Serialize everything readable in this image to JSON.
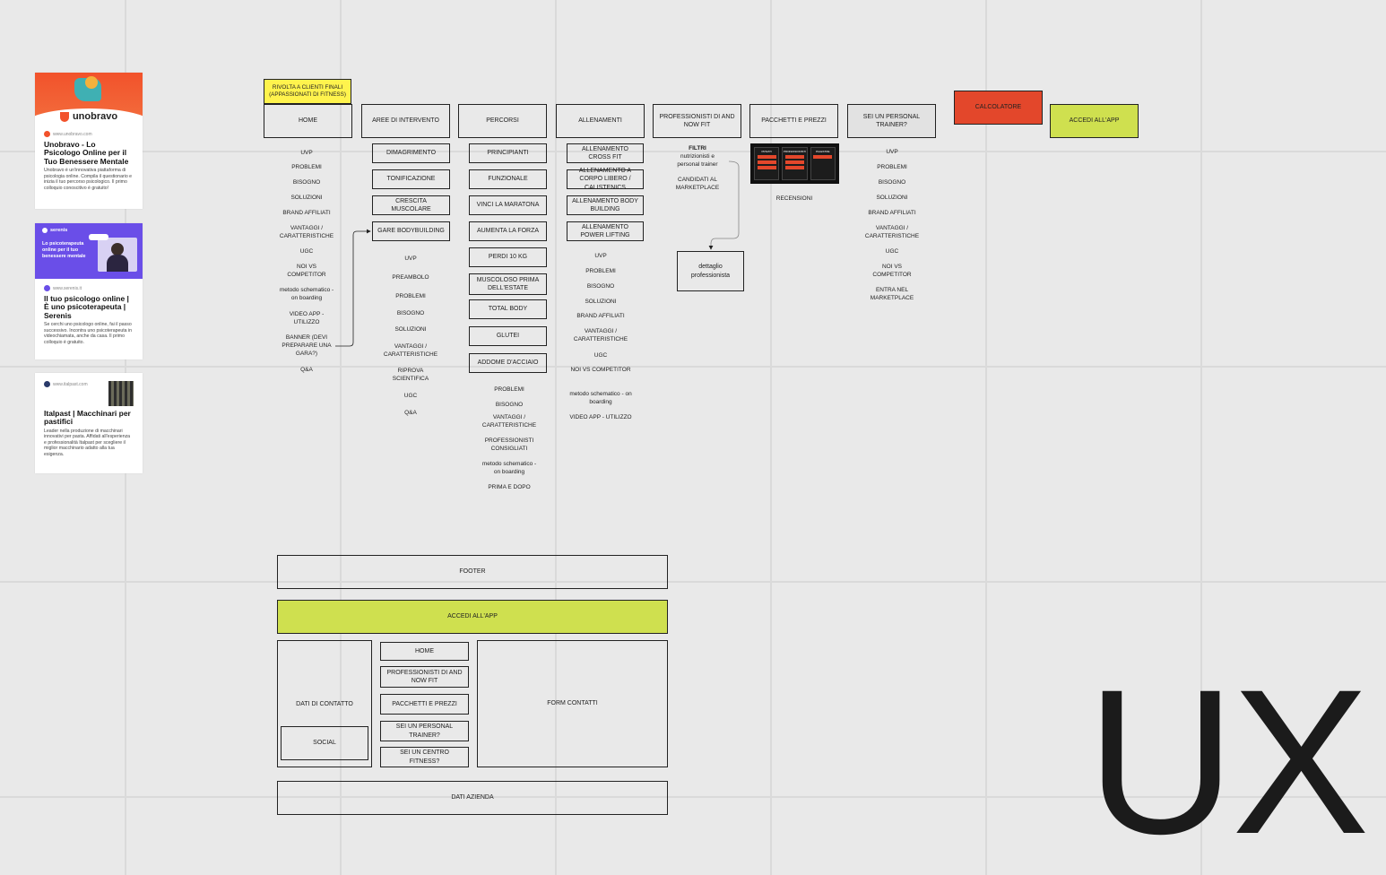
{
  "cards": [
    {
      "brand": "unobravo",
      "url": "www.unobravo.com",
      "title": "Unobravo - Lo Psicologo Online per il Tuo Benessere Mentale",
      "description": "Unobravo è un'innovativa piattaforma di psicologia online. Compila il questionario e inizia il tuo percorso psicologico. Il primo colloquio conoscitivo è gratuito!"
    },
    {
      "brand": "serenis",
      "banner_text": "Lo psicoterapeuta online per il tuo benessere mentale",
      "url": "www.serenis.it",
      "title": "Il tuo psicologo online | È uno psicoterapeuta | Serenis",
      "description": "Se cerchi uno psicologo online, fai il passo successivo. Incontra uno psicoterapeuta in videochiamata, anche da casa. Il primo colloquio è gratuito."
    },
    {
      "url": "www.italpast.com",
      "title": "Italpast | Macchinari per pastifici",
      "description": "Leader nella produzione di macchinari innovativi per pasta. Affidati all'esperienza e professionalità Italpast per scegliere il miglior macchinario adatto alla tua esigenza."
    }
  ],
  "sticky_note": "RIVOLTA A CLIENTI FINALI (APPASSIONATI DI FITNESS)",
  "nav": {
    "home": "HOME",
    "aree": "AREE DI INTERVENTO",
    "percorsi": "PERCORSI",
    "allenamenti": "ALLENAMENTI",
    "professionisti": "PROFESSIONISTI DI AND NOW FIT",
    "pacchetti": "PACCHETTI E PREZZI",
    "personal": "SEI UN PERSONAL TRAINER?",
    "calcolatore": "CALCOLATORE",
    "accedi": "ACCEDI ALL'APP"
  },
  "home_items": [
    "UVP",
    "PROBLEMI",
    "BISOGNO",
    "SOLUZIONI",
    "BRAND AFFILIATI",
    "VANTAGGI / CARATTERISTICHE",
    "UGC",
    "NOI VS COMPETITOR",
    "metodo schematico - on boarding",
    "VIDEO APP - UTILIZZO",
    "BANNER (DEVI PREPARARE UNA GARA?)",
    "Q&A"
  ],
  "aree_boxes": [
    "DIMAGRIMENTO",
    "TONIFICAZIONE",
    "CRESCITA MUSCOLARE",
    "GARE BODYBUILDING"
  ],
  "aree_items": [
    "UVP",
    "PREAMBOLO",
    "PROBLEMI",
    "BISOGNO",
    "SOLUZIONI",
    "VANTAGGI / CARATTERISTICHE",
    "RIPROVA SCIENTIFICA",
    "UGC",
    "Q&A"
  ],
  "percorsi_boxes": [
    "PRINCIPIANTI",
    "FUNZIONALE",
    "VINCI LA MARATONA",
    "AUMENTA LA FORZA",
    "PERDI 10 KG",
    "MUSCOLOSO PRIMA DELL'ESTATE",
    "TOTAL BODY",
    "GLUTEI",
    "ADDOME D'ACCIAIO"
  ],
  "percorsi_items": [
    "PROBLEMI",
    "BISOGNO",
    "VANTAGGI / CARATTERISTICHE",
    "PROFESSIONISTI CONSIGLIATI",
    "metodo schematico - on boarding",
    "PRIMA E DOPO"
  ],
  "allenamenti_boxes": [
    "ALLENAMENTO CROSS FIT",
    "ALLENAMENTO A CORPO LIBERO / CALISTENICS",
    "ALLENAMENTO BODY BUILDING",
    "ALLENAMENTO POWER LIFTING"
  ],
  "allenamenti_items": [
    "UVP",
    "PROBLEMI",
    "BISOGNO",
    "SOLUZIONI",
    "BRAND AFFILIATI",
    "VANTAGGI / CARATTERISTICHE",
    "UGC",
    "NOI VS COMPETITOR",
    "metodo schematico - on boarding",
    "VIDEO APP - UTILIZZO"
  ],
  "professionisti": {
    "filtri": "FILTRI",
    "filtri_sub": "nutrizionisti e personal trainer",
    "candidati": "CANDIDATI AL MARKETPLACE",
    "dettaglio": "dettaglio professionista"
  },
  "pacchetti": {
    "thumbs": [
      "PRIVATI",
      "PROFESSIONISTI",
      "PALESTRE"
    ],
    "recensioni": "RECENSIONI"
  },
  "personal_items": [
    "UVP",
    "PROBLEMI",
    "BISOGNO",
    "SOLUZIONI",
    "BRAND AFFILIATI",
    "VANTAGGI / CARATTERISTICHE",
    "UGC",
    "NOI VS COMPETITOR",
    "ENTRA NEL MARKETPLACE"
  ],
  "footer": {
    "title": "FOOTER",
    "accedi": "ACCEDI ALL'APP",
    "contatto": "DATI DI CONTATTO",
    "social": "SOCIAL",
    "links": [
      "HOME",
      "PROFESSIONISTI DI AND NOW FIT",
      "PACCHETTI E PREZZI",
      "SEI UN PERSONAL TRAINER?",
      "SEI UN CENTRO FITNESS?"
    ],
    "form": "FORM CONTATTI",
    "azienda": "DATI AZIENDA"
  },
  "big_label": "UX",
  "colors": {
    "sticky": "#fff34d",
    "calcolatore": "#e3472b",
    "accedi": "#cfe04f",
    "grey_box": "#e2e2e2",
    "serenis": "#6a4ee8"
  }
}
